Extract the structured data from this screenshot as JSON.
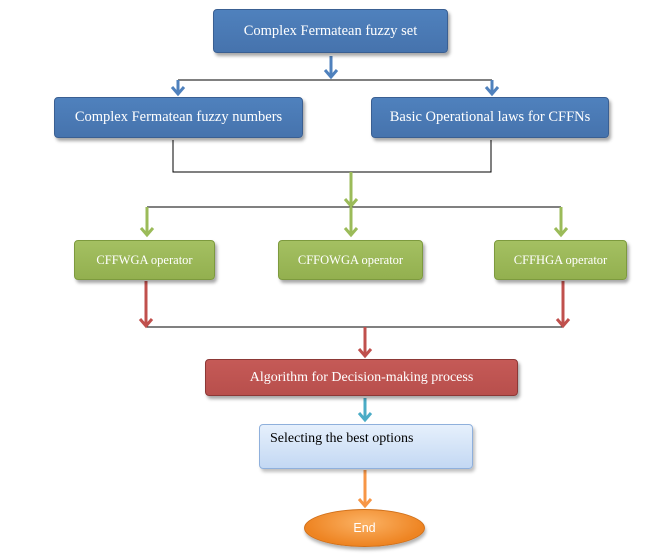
{
  "nodes": {
    "top": "Complex Fermatean fuzzy set",
    "numbers": "Complex Fermatean fuzzy numbers",
    "laws": "Basic Operational laws for CFFNs",
    "cffwga": "CFFWGA operator",
    "cffowga": "CFFOWGA operator",
    "cffhga": "CFFHGA operator",
    "algorithm": "Algorithm for Decision-making process",
    "selecting": "Selecting the best options",
    "end": "End"
  },
  "colors": {
    "blue_arrow": "#4f81bd",
    "green_arrow": "#9bbb59",
    "red_arrow": "#c0504d",
    "teal_arrow": "#4bacc6",
    "orange_arrow": "#f79646",
    "connector": "#000000"
  }
}
